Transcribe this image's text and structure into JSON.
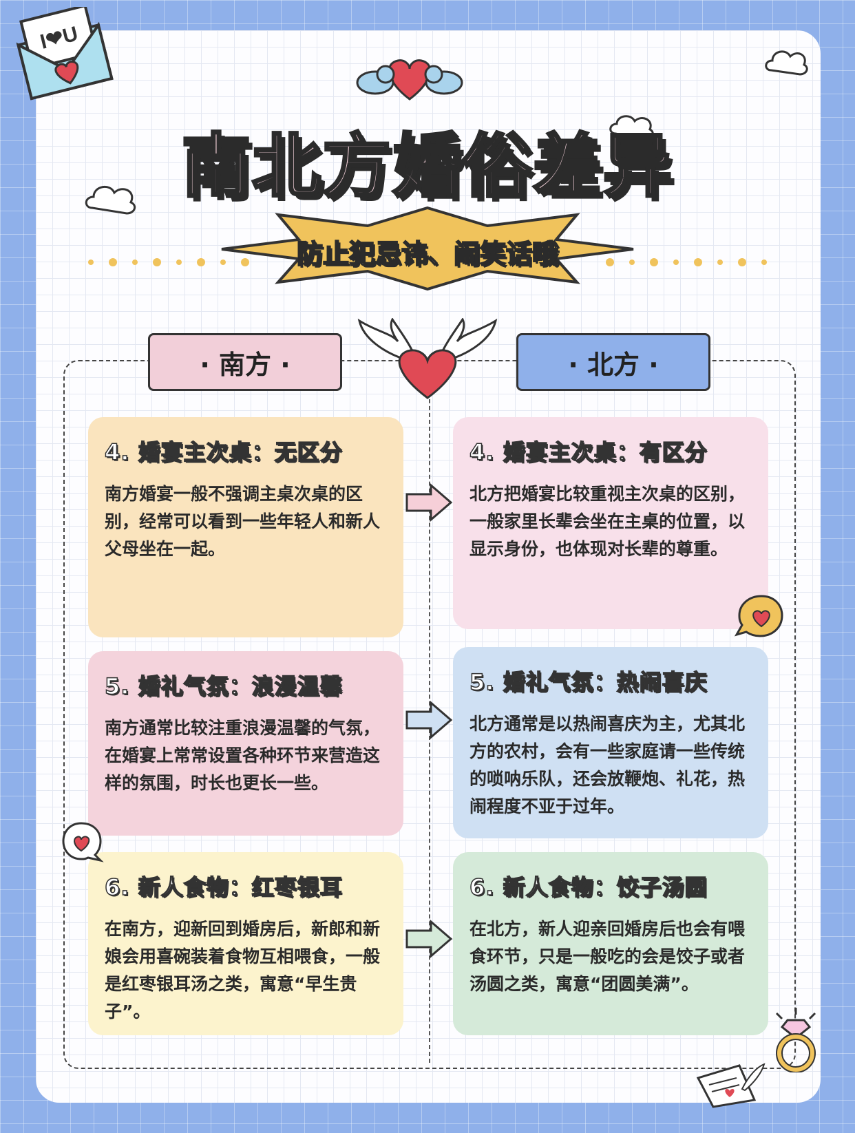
{
  "title": "南北方婚俗差异",
  "subtitle": "防止犯忌讳、闹笑话哦",
  "columns": {
    "south": "· 南方 ·",
    "north": "· 北方 ·"
  },
  "badge_text": "I❤U",
  "south": [
    {
      "heading": "4. 婚宴主次桌：无区分",
      "body": "南方婚宴一般不强调主桌次桌的区别，经常可以看到一些年轻人和新人父母坐在一起。",
      "color": "#fae4be"
    },
    {
      "heading": "5. 婚礼气氛：浪漫温馨",
      "body": "南方通常比较注重浪漫温馨的气氛，在婚宴上常常设置各种环节来营造这样的氛围，时长也更长一些。",
      "color": "#f4d3dc"
    },
    {
      "heading": "6. 新人食物：红枣银耳",
      "body": "在南方，迎新回到婚房后，新郎和新娘会用喜碗装着食物互相喂食，一般是红枣银耳汤之类，寓意“早生贵子”。",
      "color": "#fcf3cd"
    }
  ],
  "north": [
    {
      "heading": "4. 婚宴主次桌：有区分",
      "body": "北方把婚宴比较重视主次桌的区别，一般家里长辈会坐在主桌的位置，以显示身份，也体现对长辈的尊重。",
      "color": "#f8e0ea"
    },
    {
      "heading": "5. 婚礼气氛：热闹喜庆",
      "body": "北方通常是以热闹喜庆为主，尤其北方的农村，会有一些家庭请一些传统的唢呐乐队，还会放鞭炮、礼花，热闹程度不亚于过年。",
      "color": "#cfe0f3"
    },
    {
      "heading": "6. 新人食物：饺子汤圆",
      "body": "在北方，新人迎亲回婚房后也会有喂食环节，只是一般吃的会是饺子或者汤圆之类，寓意“团圆美满”。",
      "color": "#d5ead9"
    }
  ],
  "icons": [
    "love-letter-icon",
    "lovebirds-heart-icon",
    "cloud-icon",
    "winged-heart-icon",
    "arrow-right-icon",
    "speech-heart-icon",
    "ring-icon",
    "quill-letter-icon"
  ]
}
